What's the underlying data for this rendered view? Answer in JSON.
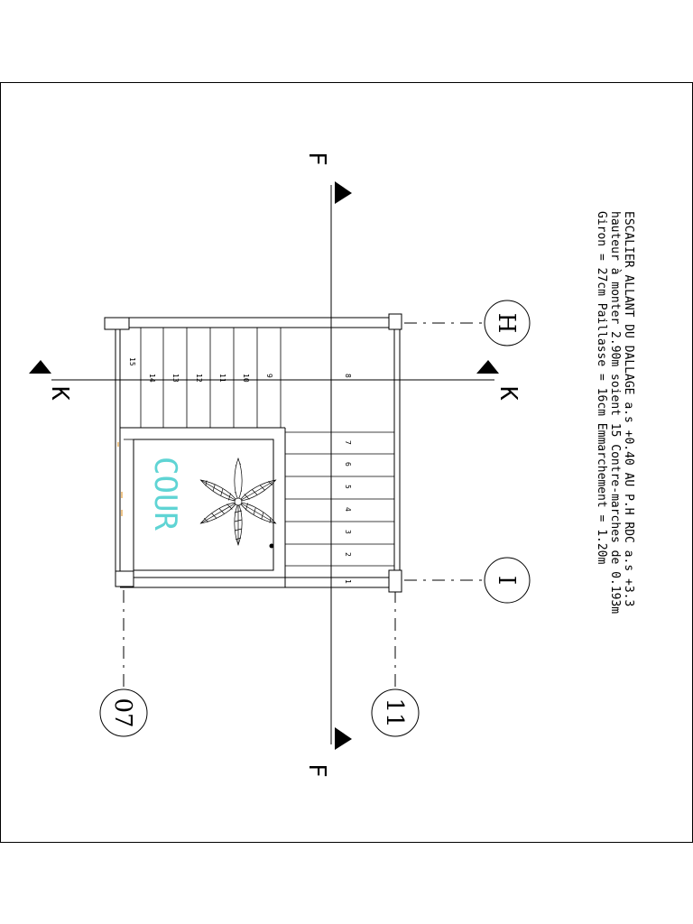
{
  "notes": {
    "line1": "ESCALIER  ALLANT DU DALLAGE a.s +0.40 AU P.H RDC a.s +3.3",
    "line2": "hauteur à monter 2.90m soient 15 Contre-marches de 0.193m",
    "line3": "Giron = 27cm Paillasse = 16cm Emmarchement = 1.20m"
  },
  "section_marks": {
    "f_top": "F",
    "f_bottom": "F",
    "k_left": "K",
    "k_right": "K"
  },
  "axis_labels": {
    "h": "H",
    "i": "I",
    "a07": "07",
    "a11": "11"
  },
  "court_label": "COUR",
  "steps": {
    "s1": "1",
    "s2": "2",
    "s3": "3",
    "s4": "4",
    "s5": "5",
    "s6": "6",
    "s7": "7",
    "s8": "8",
    "s9": "9",
    "s10": "10",
    "s11": "11",
    "s12": "12",
    "s13": "13",
    "s14": "14",
    "s15": "15"
  },
  "colors": {
    "line": "#000000",
    "court_text": "#5fd4d4",
    "accent": "#e8b060"
  }
}
